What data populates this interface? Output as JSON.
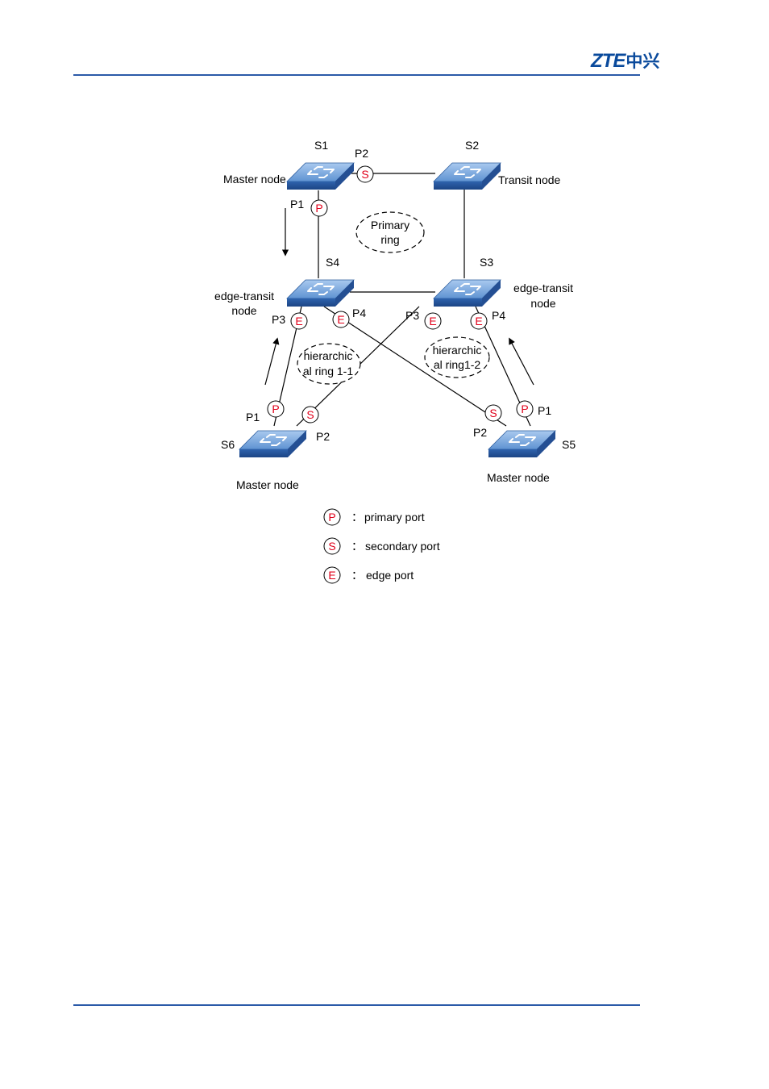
{
  "header": {
    "logo_text": "ZTE",
    "logo_cn": "中兴"
  },
  "colors": {
    "accent": "#2b5aa8",
    "port_red": "#e0001a",
    "switch_blue": "#3f78c0"
  },
  "diagram": {
    "switches": {
      "s1": {
        "name": "S1",
        "role": "Master node"
      },
      "s2": {
        "name": "S2",
        "role": "Transit node"
      },
      "s3": {
        "name": "S3",
        "role_line1": "edge-transit",
        "role_line2": "node"
      },
      "s4": {
        "name": "S4",
        "role_line1": "edge-transit",
        "role_line2": "node"
      },
      "s5": {
        "name": "S5",
        "role": "Master node"
      },
      "s6": {
        "name": "S6",
        "role": "Master node"
      }
    },
    "ports": {
      "s1_p2": "P2",
      "s1_p1": "P1",
      "s4_p3": "P3",
      "s4_p4": "P4",
      "s3_p3": "P3",
      "s3_p4": "P4",
      "s6_p1": "P1",
      "s6_p2": "P2",
      "s5_p2": "P2",
      "s5_p1": "P1"
    },
    "port_letters": {
      "primary": "P",
      "secondary": "S",
      "edge": "E"
    },
    "rings": {
      "primary_line1": "Primary",
      "primary_line2": "ring",
      "h11_line1": "hierarchic",
      "h11_line2": "al ring 1-1",
      "h12_line1": "hierarchic",
      "h12_line2": "al ring1-2"
    },
    "legend": {
      "primary": "primary port",
      "secondary": "secondary port",
      "edge": "edge port",
      "separator": "："
    }
  }
}
